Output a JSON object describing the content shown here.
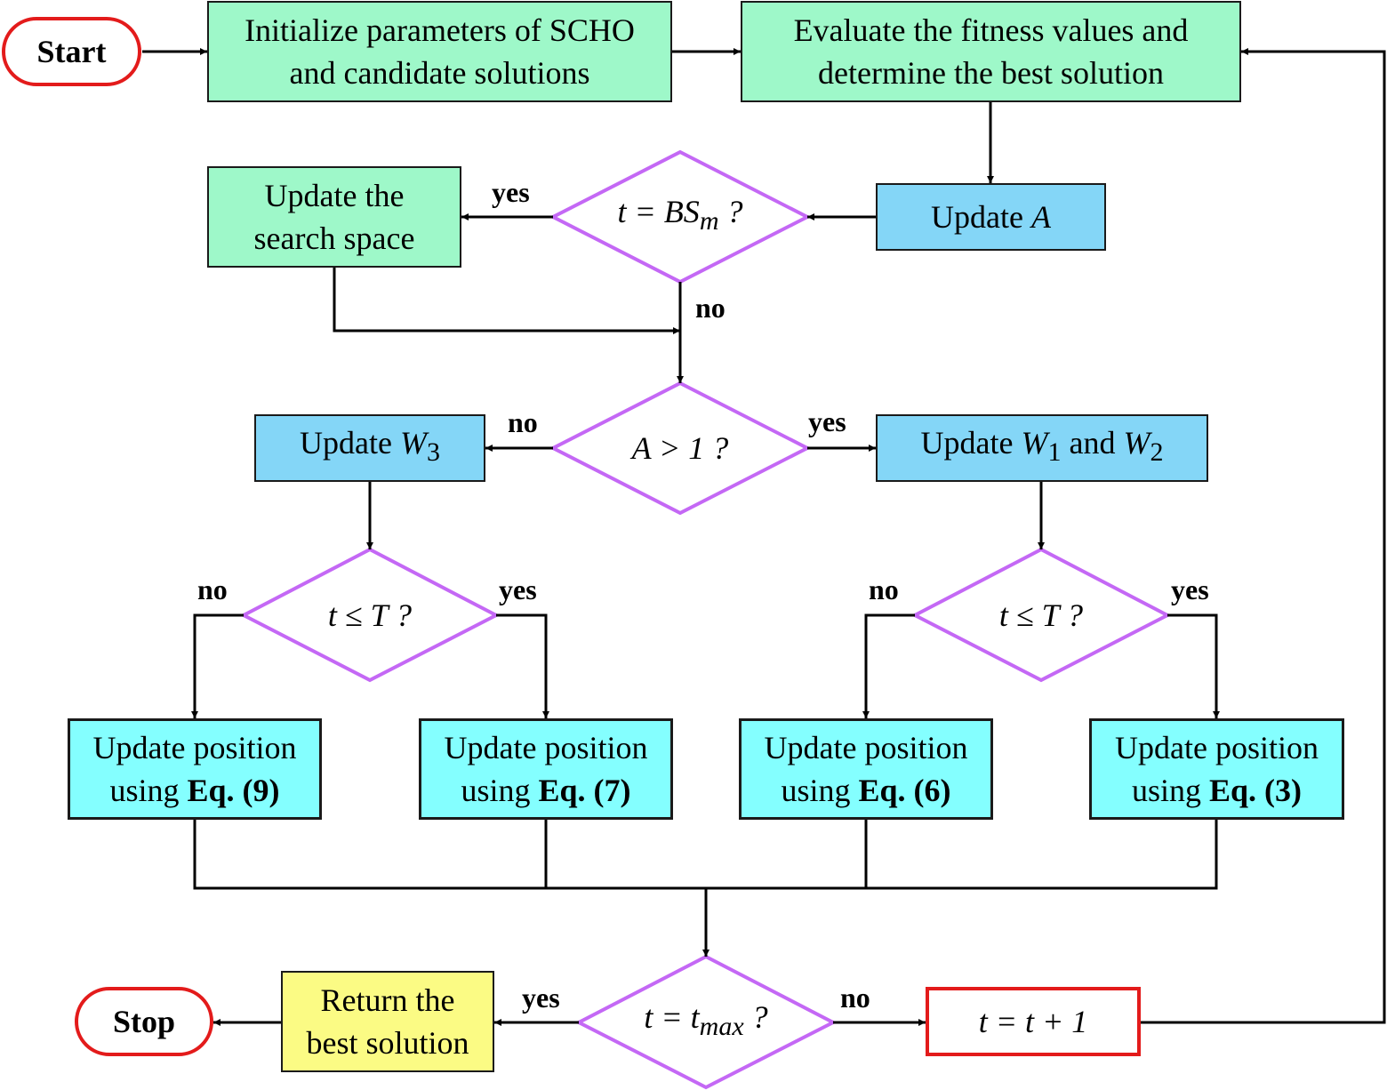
{
  "start": "Start",
  "stop": "Stop",
  "init": {
    "line1": "Initialize parameters of SCHO",
    "line2": "and candidate solutions"
  },
  "evaluate": {
    "line1": "Evaluate the fitness values and",
    "line2": "determine the best solution"
  },
  "update_a": {
    "text": "Update ",
    "var": "A"
  },
  "update_space": {
    "line1": "Update the",
    "line2": "search space"
  },
  "decision_bs": {
    "text": "t = BS",
    "sub": "m",
    "suffix": " ?"
  },
  "decision_a": "A > 1 ?",
  "update_w3": {
    "text": "Update ",
    "var": "W",
    "sub": "3"
  },
  "update_w12": {
    "text": "Update ",
    "var1": "W",
    "sub1": "1",
    "and": " and ",
    "var2": "W",
    "sub2": "2"
  },
  "decision_t_left": "t ≤ T ?",
  "decision_t_right": "t ≤ T ?",
  "positions": [
    {
      "line1": "Update position",
      "using": "using ",
      "eq": "Eq. (9)"
    },
    {
      "line1": "Update position",
      "using": "using ",
      "eq": "Eq. (7)"
    },
    {
      "line1": "Update position",
      "using": "using ",
      "eq": "Eq. (6)"
    },
    {
      "line1": "Update position",
      "using": "using ",
      "eq": "Eq. (3)"
    }
  ],
  "decision_tmax": {
    "text": "t = t",
    "sub": "max",
    "suffix": " ?"
  },
  "return_best": {
    "line1": "Return the",
    "line2": "best solution"
  },
  "increment": "t = t + 1",
  "labels": {
    "yes_bs": "yes",
    "no_bs": "no",
    "no_a": "no",
    "yes_a": "yes",
    "no_tl": "no",
    "yes_tl": "yes",
    "no_tr": "no",
    "yes_tr": "yes",
    "yes_tmax": "yes",
    "no_tmax": "no"
  },
  "colors": {
    "green": "#9ef8c9",
    "blue": "#84d6f7",
    "cyan": "#84ffff",
    "yellow": "#fbfb84",
    "terminal_border": "#e31b1b",
    "decision_border": "#c468f5"
  }
}
